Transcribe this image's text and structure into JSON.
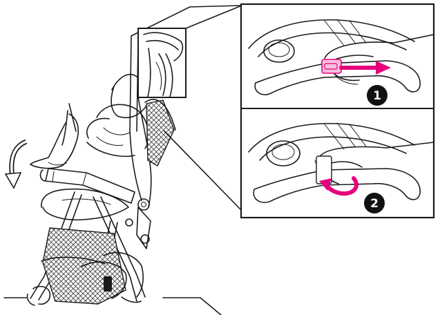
{
  "figure": {
    "steps": [
      {
        "number": "1",
        "action": "slide-handle-release"
      },
      {
        "number": "2",
        "action": "rotate-handle"
      }
    ],
    "colors": {
      "line": "#1a1a1a",
      "accent": "#e6007e",
      "mesh": "#2b2b2b",
      "background": "#ffffff"
    },
    "icons": [
      "curved-arrow-down-icon",
      "push-arrow-right-icon",
      "rotate-arrow-icon",
      "step-badge-1-icon",
      "step-badge-2-icon"
    ]
  }
}
